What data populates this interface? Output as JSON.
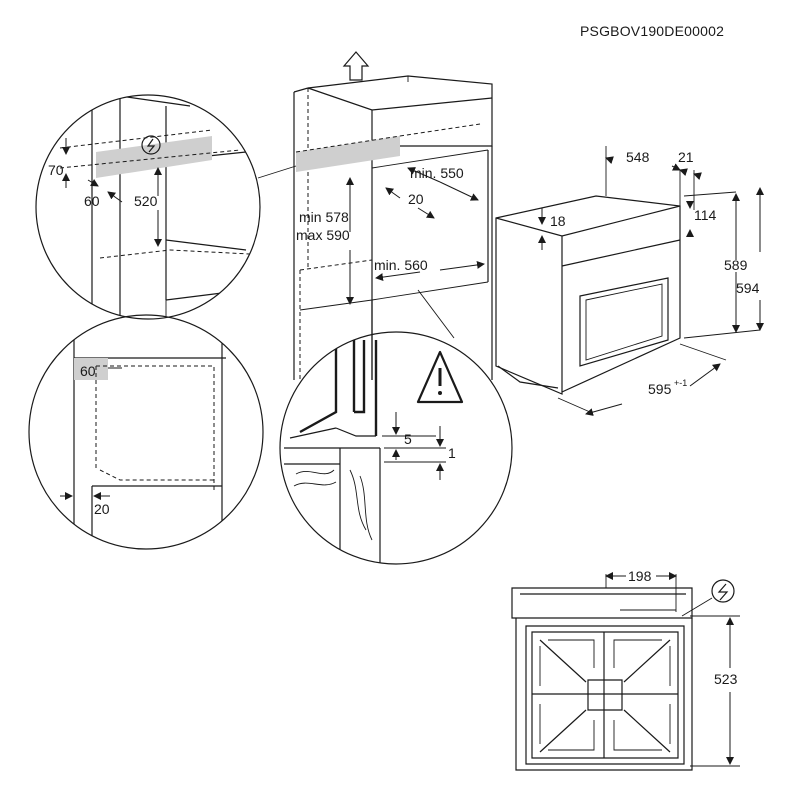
{
  "product_code": "PSGBOV190DE00002",
  "cabinet_detail": {
    "dim_70": "70",
    "dim_60": "60",
    "dim_520": "520"
  },
  "cabinet": {
    "min_height": "min 578",
    "max_height": "max 590",
    "min_depth": "min. 550",
    "gap_20": "20",
    "min_width": "min. 560"
  },
  "side_detail": {
    "dim_60": "60",
    "dim_20": "20"
  },
  "warning_detail": {
    "dim_5": "5",
    "dim_1": "1"
  },
  "oven": {
    "dim_548": "548",
    "dim_21": "21",
    "dim_18": "18",
    "dim_114": "114",
    "dim_589": "589",
    "dim_594": "594",
    "dim_595": "595",
    "tolerance_595": "+-1"
  },
  "top_view": {
    "dim_198": "198",
    "dim_523": "523"
  },
  "icons": {
    "electric": "lightning-in-circle-icon",
    "warning": "warning-triangle-icon",
    "up_arrow": "up-arrow-icon"
  }
}
